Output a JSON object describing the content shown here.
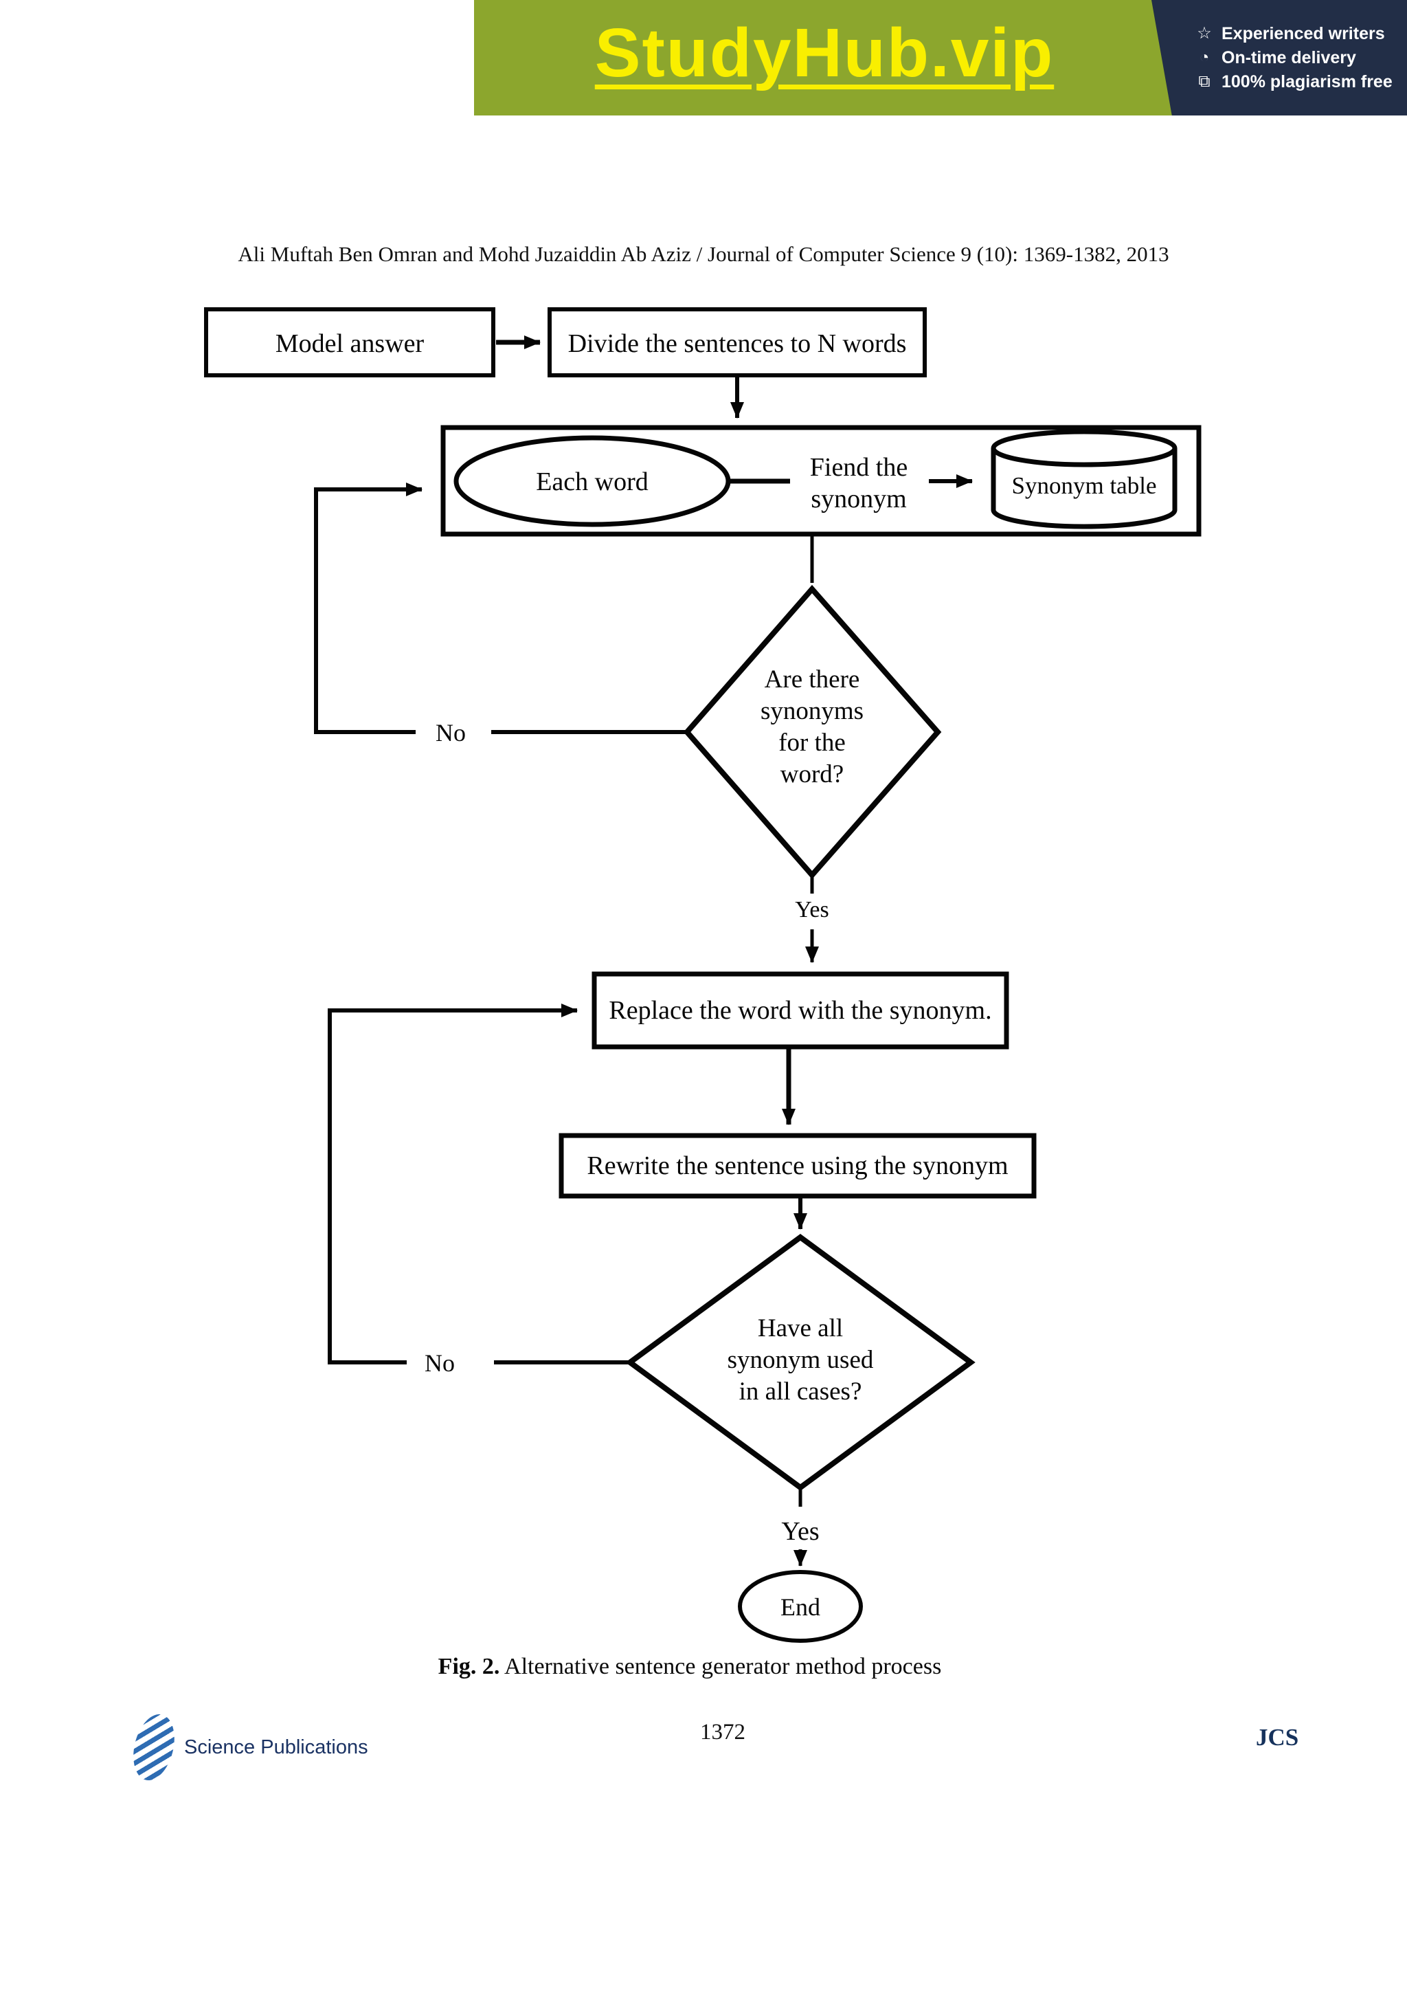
{
  "banner": {
    "brand": "StudyHub.vip",
    "features": [
      {
        "icon": "star-icon",
        "label": "Experienced writers"
      },
      {
        "icon": "clock-icon",
        "label": "On-time delivery"
      },
      {
        "icon": "copy-icon",
        "label": "100% plagiarism free"
      }
    ],
    "icons": {
      "star": "☆",
      "clock": "◔",
      "copy": "⧉"
    },
    "colors": {
      "green": "#8ca62d",
      "navy": "#222e47",
      "brand_yellow": "#f9ef00",
      "feature_text": "#ffffff"
    }
  },
  "header": {
    "citation": "Ali Muftah Ben Omran and Mohd Juzaiddin Ab Aziz / Journal of Computer Science 9 (10): 1369-1382, 2013"
  },
  "flowchart": {
    "nodes": {
      "model": {
        "type": "process",
        "label": "Model answer"
      },
      "divide": {
        "type": "process",
        "label": "Divide the sentences to N words"
      },
      "each_word": {
        "type": "ellipse",
        "label": "Each word"
      },
      "find_synonym": {
        "type": "label",
        "lines": [
          "Fiend the",
          "synonym"
        ]
      },
      "synonym_table": {
        "type": "database",
        "label": "Synonym table"
      },
      "decision1": {
        "type": "decision",
        "lines": [
          "Are there",
          "synonyms",
          "for the",
          "word?"
        ]
      },
      "replace": {
        "type": "process",
        "label": "Replace the word with the synonym."
      },
      "rewrite": {
        "type": "process",
        "label": "Rewrite the sentence using the synonym"
      },
      "decision2": {
        "type": "decision",
        "lines": [
          "Have all",
          "synonym used",
          "in all cases?"
        ]
      },
      "end": {
        "type": "terminator",
        "label": "End"
      }
    },
    "edge_labels": {
      "no1": "No",
      "yes1": "Yes",
      "no2": "No",
      "yes2": "Yes"
    },
    "line_color": "#050505"
  },
  "caption": {
    "prefix": "Fig. 2.",
    "text": " Alternative sentence generator method process"
  },
  "footer": {
    "publisher": "Science Publications",
    "page_number": "1372",
    "journal_code": "JCS",
    "accent_color": "#1a3263"
  }
}
